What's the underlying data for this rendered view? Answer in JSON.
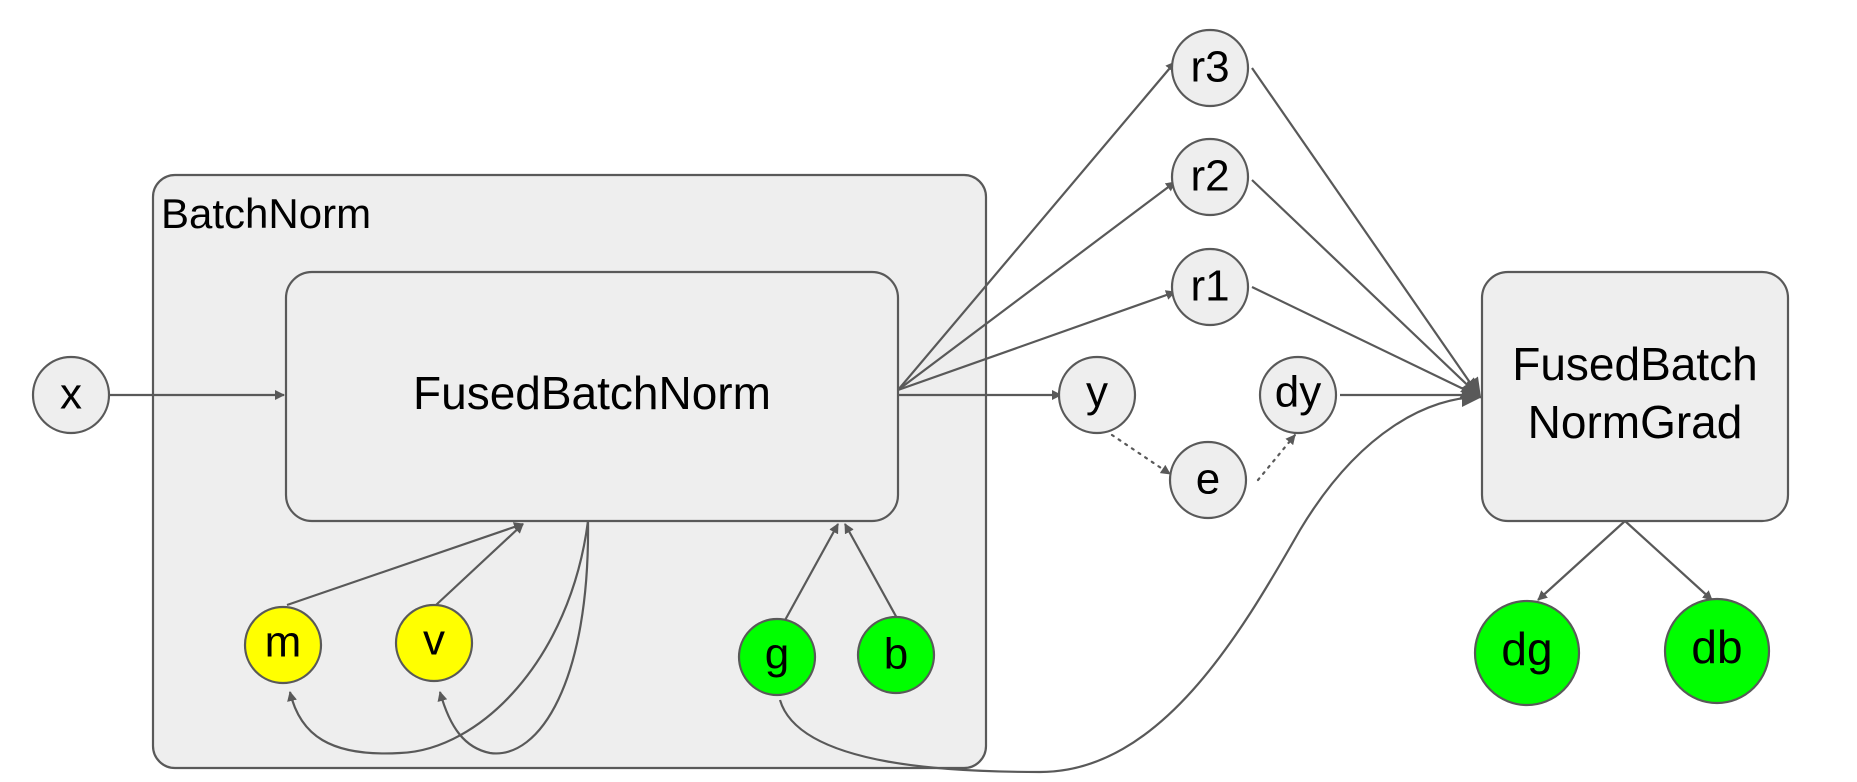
{
  "colors": {
    "gray": "#eeeeee",
    "yellow": "#ffff00",
    "green": "#00ff00",
    "stroke": "#595959"
  },
  "groups": {
    "batchnorm": {
      "label": "BatchNorm"
    }
  },
  "ops": {
    "fused_batch_norm": {
      "label": "FusedBatchNorm"
    },
    "fused_batch_norm_grad": {
      "label_line1": "FusedBatch",
      "label_line2": "NormGrad"
    }
  },
  "nodes": {
    "x": {
      "label": "x",
      "color": "gray"
    },
    "m": {
      "label": "m",
      "color": "yellow"
    },
    "v": {
      "label": "v",
      "color": "yellow"
    },
    "g": {
      "label": "g",
      "color": "green"
    },
    "b": {
      "label": "b",
      "color": "green"
    },
    "y": {
      "label": "y",
      "color": "gray"
    },
    "e": {
      "label": "e",
      "color": "gray"
    },
    "dy": {
      "label": "dy",
      "color": "gray"
    },
    "r1": {
      "label": "r1",
      "color": "gray"
    },
    "r2": {
      "label": "r2",
      "color": "gray"
    },
    "r3": {
      "label": "r3",
      "color": "gray"
    },
    "dg": {
      "label": "dg",
      "color": "green"
    },
    "db": {
      "label": "db",
      "color": "green"
    }
  },
  "edges": [
    {
      "from": "x",
      "to": "FusedBatchNorm",
      "style": "solid"
    },
    {
      "from": "m",
      "to": "FusedBatchNorm",
      "style": "solid"
    },
    {
      "from": "v",
      "to": "FusedBatchNorm",
      "style": "solid"
    },
    {
      "from": "g",
      "to": "FusedBatchNorm",
      "style": "solid"
    },
    {
      "from": "b",
      "to": "FusedBatchNorm",
      "style": "solid"
    },
    {
      "from": "FusedBatchNorm",
      "to": "m",
      "style": "solid"
    },
    {
      "from": "FusedBatchNorm",
      "to": "v",
      "style": "solid"
    },
    {
      "from": "FusedBatchNorm",
      "to": "y",
      "style": "solid"
    },
    {
      "from": "FusedBatchNorm",
      "to": "r1",
      "style": "solid"
    },
    {
      "from": "FusedBatchNorm",
      "to": "r2",
      "style": "solid"
    },
    {
      "from": "FusedBatchNorm",
      "to": "r3",
      "style": "solid"
    },
    {
      "from": "y",
      "to": "e",
      "style": "dotted"
    },
    {
      "from": "e",
      "to": "dy",
      "style": "dotted"
    },
    {
      "from": "dy",
      "to": "FusedBatchNormGrad",
      "style": "solid"
    },
    {
      "from": "r1",
      "to": "FusedBatchNormGrad",
      "style": "solid"
    },
    {
      "from": "r2",
      "to": "FusedBatchNormGrad",
      "style": "solid"
    },
    {
      "from": "r3",
      "to": "FusedBatchNormGrad",
      "style": "solid"
    },
    {
      "from": "g",
      "to": "FusedBatchNormGrad",
      "style": "solid"
    },
    {
      "from": "FusedBatchNormGrad",
      "to": "dg",
      "style": "solid"
    },
    {
      "from": "FusedBatchNormGrad",
      "to": "db",
      "style": "solid"
    }
  ]
}
